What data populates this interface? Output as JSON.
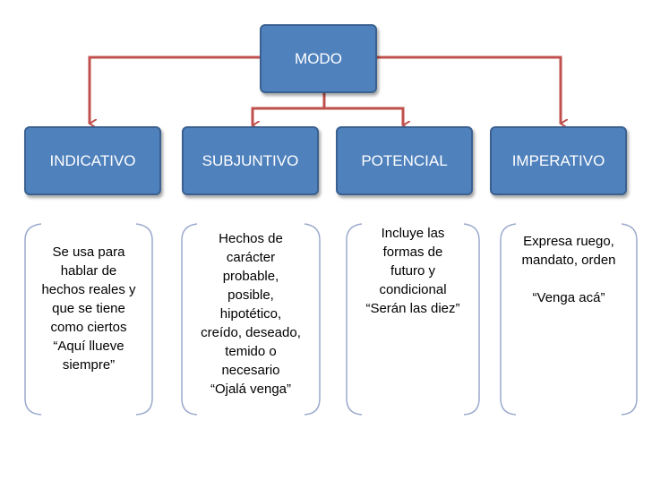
{
  "root": {
    "label": "MODO"
  },
  "nodes": [
    {
      "id": "indicativo",
      "label": "INDICATIVO",
      "description": "Se usa para\nhablar de\nhechos reales y\nque se tiene\ncomo ciertos\n“Aquí llueve\nsiempre”"
    },
    {
      "id": "subjuntivo",
      "label": "SUBJUNTIVO",
      "description": "Hechos de\ncarácter\nprobable,\nposible,\nhipotético,\ncreído, deseado,\ntemido  o\nnecesario\n“Ojalá venga”"
    },
    {
      "id": "potencial",
      "label": "POTENCIAL",
      "description": "Incluye las\nformas de\nfuturo y\ncondicional\n“Serán las diez”"
    },
    {
      "id": "imperativo",
      "label": "IMPERATIVO",
      "description": "Expresa ruego,\nmandato, orden\n\n“Venga acá”"
    }
  ],
  "colors": {
    "box_fill": "#4f81bd",
    "box_border": "#3a6190",
    "connector": "#c0504d",
    "brace": "#9aa9cc"
  }
}
